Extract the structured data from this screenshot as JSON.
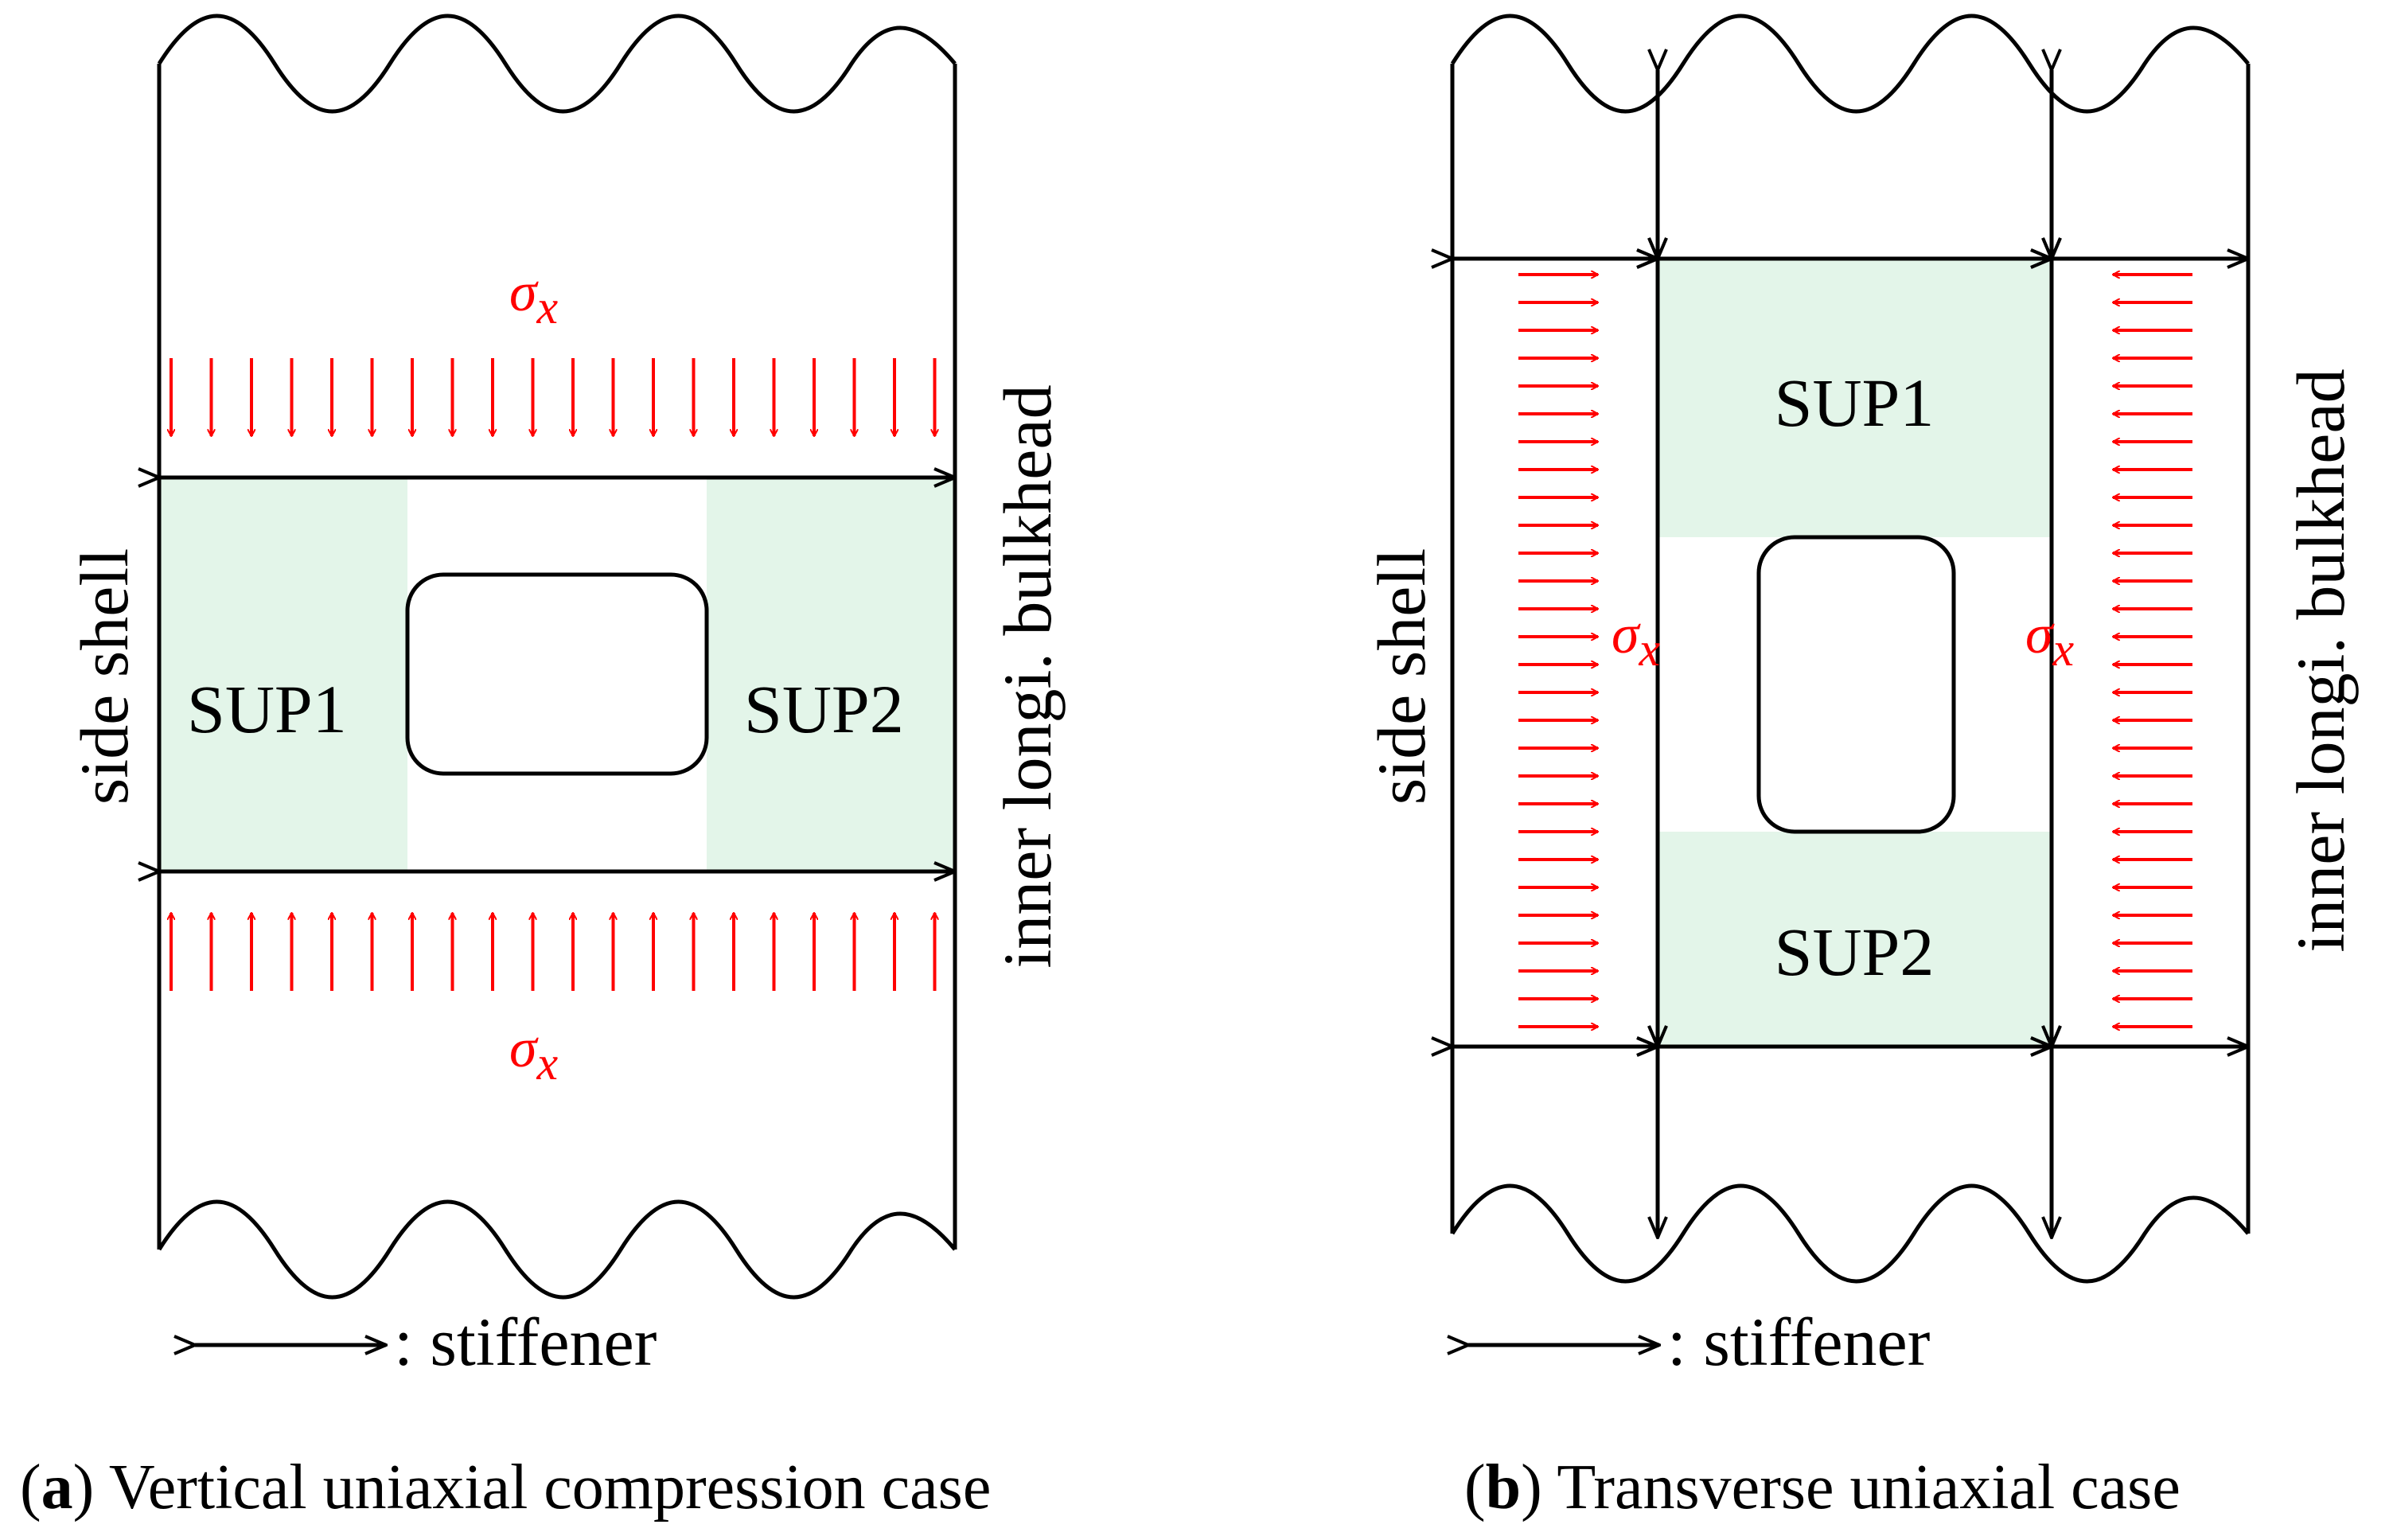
{
  "panels": [
    {
      "caption_letter": "a",
      "caption_text": "Vertical uniaxial compression case",
      "left_label": "side shell",
      "right_label": "inner longi. bulkhead",
      "region1": "SUP1",
      "region2": "SUP2",
      "stress_top": "σ",
      "stress_sub": "x",
      "legend": ": stiffener"
    },
    {
      "caption_letter": "b",
      "caption_text": "Transverse uniaxial case",
      "left_label": "side shell",
      "right_label": "inner longi. bulkhead",
      "region1": "SUP1",
      "region2": "SUP2",
      "stress_top": "σ",
      "stress_sub": "x",
      "legend": ": stiffener"
    }
  ],
  "colors": {
    "outline": "#000000",
    "stress_arrows": "#ff0000",
    "region_fill": "#e3f5e9"
  }
}
